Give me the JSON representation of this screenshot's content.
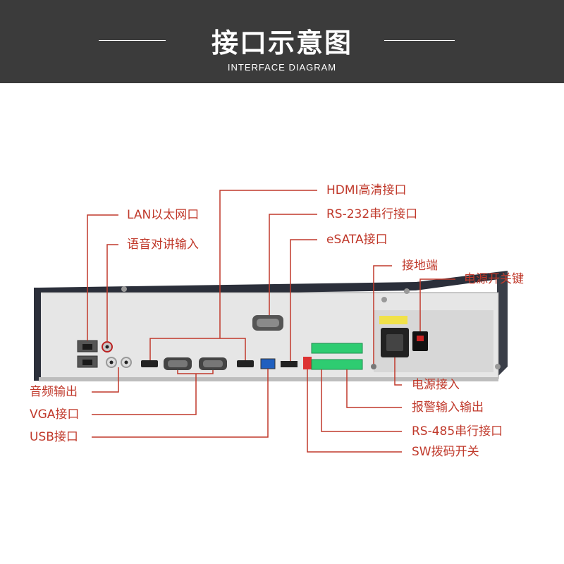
{
  "header": {
    "title": "接口示意图",
    "subtitle": "INTERFACE DIAGRAM"
  },
  "labels": {
    "hdmi": "HDMI高清接口",
    "rs232": "RS-232串行接口",
    "esata": "eSATA接口",
    "lan": "LAN以太网口",
    "voice": "语音对讲输入",
    "ground": "接地端",
    "power_switch": "电源开关键",
    "audio_out": "音频输出",
    "vga": "VGA接口",
    "usb": "USB接口",
    "power_in": "电源接入",
    "alarm": "报警输入输出",
    "rs485": "RS-485串行接口",
    "sw": "SW拨码开关"
  },
  "colors": {
    "header_bg": "#3b3b3b",
    "callout": "#c0392b",
    "chassis": "#e4e4e4",
    "chassis_edge": "#2b2f3a",
    "terminal_green": "#2ecc71"
  }
}
